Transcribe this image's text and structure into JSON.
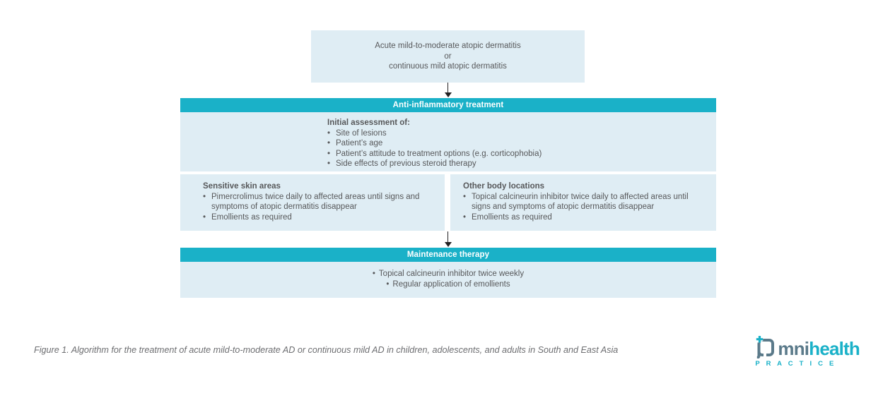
{
  "glyphs": {
    "bullet": "•"
  },
  "colors": {
    "teal": "#1ab1c8",
    "box_background": "#dfedf4",
    "body_text": "#57585a",
    "caption_text": "#6d6e71",
    "arrow": "#232122",
    "logo_slate": "#5b7a8a"
  },
  "flowchart": {
    "top_box": {
      "line1": "Acute mild-to-moderate atopic dermatitis",
      "line2": "or",
      "line3": "continuous mild atopic dermatitis"
    },
    "anti_inflammatory": {
      "header": "Anti-inflammatory treatment",
      "assessment": {
        "title": "Initial assessment of:",
        "items": [
          "Site of lesions",
          "Patient’s age",
          "Patient’s attitude to treatment options (e.g. corticophobia)",
          "Side effects of previous steroid therapy"
        ]
      },
      "sensitive": {
        "title": "Sensitive skin areas",
        "items": [
          "Pimercrolimus twice daily to affected areas until signs and symptoms of atopic dermatitis disappear",
          "Emollients as required"
        ]
      },
      "other": {
        "title": "Other body locations",
        "items": [
          "Topical calcineurin inhibitor twice daily to affected areas until signs and symptoms of atopic dermatitis disappear",
          "Emollients as required"
        ]
      }
    },
    "maintenance": {
      "header": "Maintenance therapy",
      "items": [
        "Topical calcineurin inhibitor twice weekly",
        "Regular application of emollients"
      ]
    }
  },
  "caption": "Figure 1. Algorithm for the treatment of acute mild-to-moderate AD or continuous mild AD in children, adolescents, and adults in South and East Asia",
  "logo": {
    "part1": "mni",
    "part2": "health",
    "tagline": "P R A C T I C E"
  }
}
